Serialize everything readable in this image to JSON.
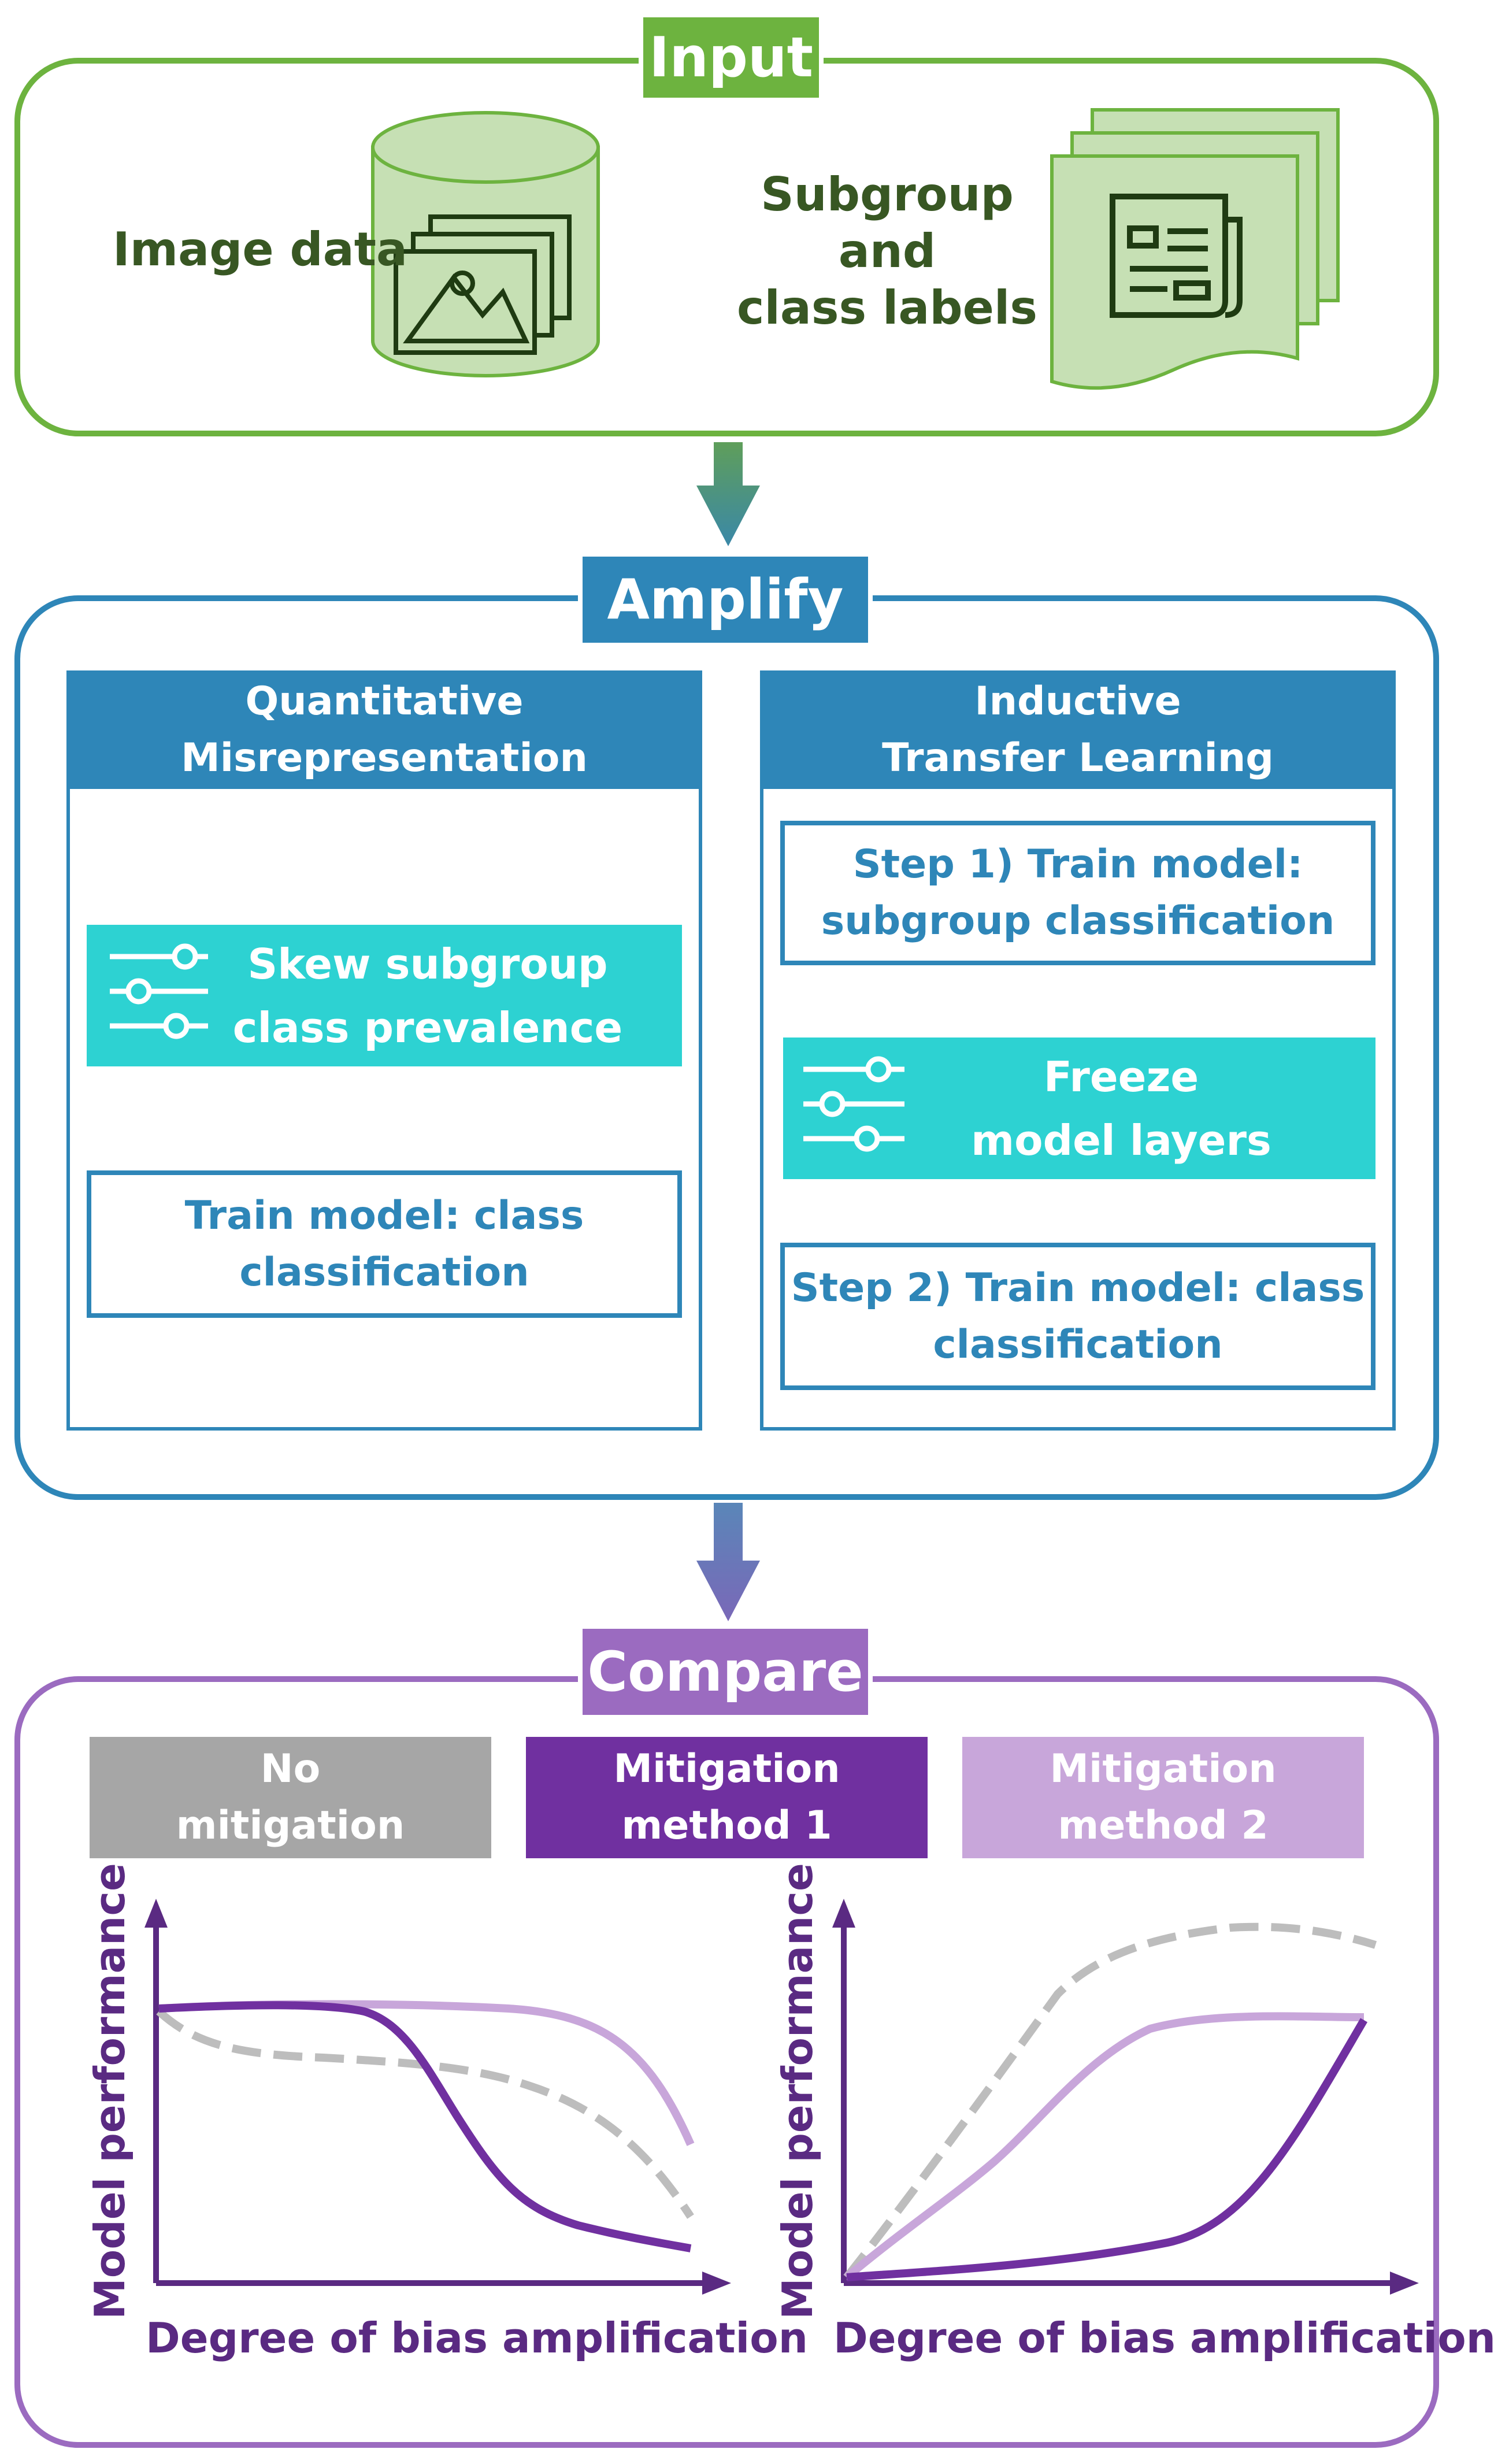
{
  "colors": {
    "input_green": "#6db33f",
    "input_fill": "#c6e0b4",
    "input_text": "#385723",
    "amplify_blue": "#2e86b8",
    "amplify_text": "#2e86b8",
    "teal": "#2dd2d2",
    "compare_purple": "#9b6bc0",
    "method1": "#7030a0",
    "method2": "#c8a6da",
    "no_mitigation": "#a6a6a6",
    "axis": "#5a2a82"
  },
  "input": {
    "title": "Input",
    "image_data_label": "Image data",
    "labels_line1": "Subgroup and",
    "labels_line2": "class labels",
    "icons": [
      "database-icon",
      "image-stack-icon",
      "document-stack-icon"
    ]
  },
  "amplify": {
    "title": "Amplify",
    "left": {
      "header_line1": "Quantitative",
      "header_line2": "Misrepresentation",
      "skew_line1": "Skew subgroup",
      "skew_line2": "class prevalence",
      "train_line1": "Train model: class",
      "train_line2": "classification"
    },
    "right": {
      "header_line1": "Inductive",
      "header_line2": "Transfer Learning",
      "step1_line1": "Step 1) Train model:",
      "step1_line2": "subgroup classification",
      "freeze_line1": "Freeze",
      "freeze_line2": "model layers",
      "step2_line1": "Step 2) Train model: class",
      "step2_line2": "classification"
    }
  },
  "compare": {
    "title": "Compare",
    "legend": [
      {
        "line1": "No",
        "line2": "mitigation"
      },
      {
        "line1": "Mitigation",
        "line2": "method 1"
      },
      {
        "line1": "Mitigation",
        "line2": "method 2"
      }
    ],
    "left_chart": {
      "ylabel": "Model performance",
      "xlabel": "Degree of bias amplification"
    },
    "right_chart": {
      "ylabel": "Model performance",
      "xlabel": "Degree of bias amplification"
    }
  }
}
